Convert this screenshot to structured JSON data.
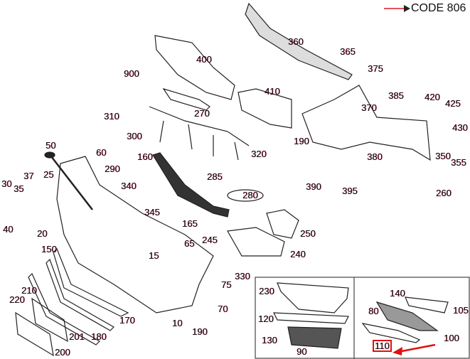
{
  "legend": {
    "code": "CODE 806",
    "arrow_color": "#d81b2b"
  },
  "highlight": {
    "part": "110",
    "color": "#e01010"
  },
  "labels": [
    "360",
    "365",
    "375",
    "400",
    "900",
    "410",
    "385",
    "420",
    "425",
    "370",
    "270",
    "310",
    "300",
    "430",
    "190",
    "350",
    "380",
    "355",
    "160",
    "50",
    "60",
    "320",
    "290",
    "285",
    "37",
    "25",
    "30",
    "35",
    "390",
    "395",
    "260",
    "340",
    "280",
    "345",
    "40",
    "20",
    "165",
    "250",
    "65",
    "245",
    "150",
    "15",
    "240",
    "330",
    "75",
    "210",
    "230",
    "140",
    "220",
    "80",
    "105",
    "70",
    "120",
    "170",
    "10",
    "190",
    "130",
    "100",
    "201",
    "180",
    "90",
    "200"
  ]
}
